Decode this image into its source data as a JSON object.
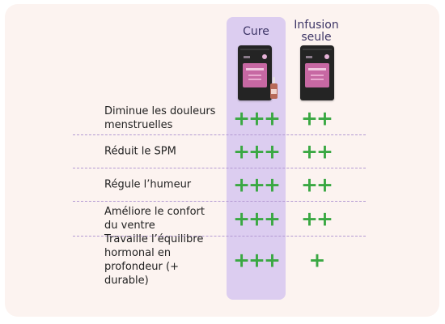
{
  "columns": {
    "cure": {
      "header_line1": "Cure",
      "header_line2": "",
      "highlight_color": "#dccdf0"
    },
    "infusion": {
      "header_line1": "Infusion",
      "header_line2": "seule"
    }
  },
  "products": {
    "cure_pouch_icon": "tea-pouch-icon",
    "cure_bottle_icon": "dropper-bottle-icon",
    "infusion_pouch_icon": "tea-pouch-icon"
  },
  "rows": [
    {
      "label": "Diminue les douleurs\nmenstruelles",
      "cure": "+++",
      "infusion": "++"
    },
    {
      "label": "Réduit le SPM",
      "cure": "+++",
      "infusion": "++"
    },
    {
      "label": "Régule l’humeur",
      "cure": "+++",
      "infusion": "++"
    },
    {
      "label": "Améliore le confort\ndu ventre",
      "cure": "+++",
      "infusion": "++"
    },
    {
      "label": "Travaille l’équilibre\nhormonal en\nprofondeur (+ durable)",
      "cure": "+++",
      "infusion": "+"
    }
  ],
  "colors": {
    "background": "#fcf3f0",
    "header_text": "#3d3566",
    "plus": "#3aa843",
    "divider": "#b49ad3"
  }
}
